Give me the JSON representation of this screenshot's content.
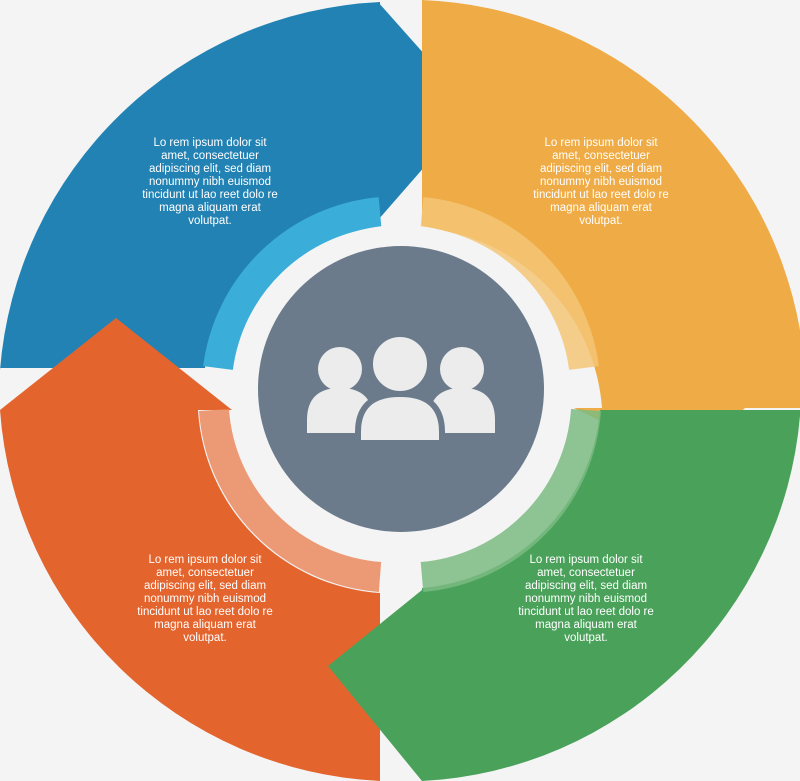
{
  "colors": {
    "background": "#f4f4f4",
    "blue": "#2382b4",
    "blue_ring": "#3aaed8",
    "orange": "#efab46",
    "orange_ring": "#f5c677",
    "red": "#e4642e",
    "red_ring": "#ea8a5f",
    "green": "#4aa25a",
    "green_ring": "#7bbb82",
    "hub": "#6b7b8b",
    "icon": "#ececec"
  },
  "center": {
    "icon": "people-group-icon"
  },
  "segments": [
    {
      "id": "blue",
      "lines": [
        "Lo rem ipsum dolor sit",
        "amet, consectetuer",
        "adipiscing elit, sed diam",
        "nonummy nibh euismod",
        "tincidunt ut lao  reet dolo re",
        "magna aliquam erat",
        "volutpat."
      ]
    },
    {
      "id": "orange",
      "lines": [
        "Lo rem ipsum dolor sit",
        "amet, consectetuer",
        "adipiscing elit, sed diam",
        "nonummy nibh euismod",
        "tincidunt ut lao  reet dolo re",
        "magna aliquam erat",
        "volutpat."
      ]
    },
    {
      "id": "red",
      "lines": [
        "Lo rem ipsum dolor sit",
        "amet, consectetuer",
        "adipiscing elit, sed diam",
        "nonummy nibh euismod",
        "tincidunt ut lao  reet dolo re",
        "magna aliquam erat",
        "volutpat."
      ]
    },
    {
      "id": "green",
      "lines": [
        "Lo rem ipsum dolor sit",
        "amet, consectetuer",
        "adipiscing elit, sed diam",
        "nonummy nibh euismod",
        "tincidunt ut lao  reet dolo re",
        "magna aliquam erat",
        "volutpat."
      ]
    }
  ]
}
